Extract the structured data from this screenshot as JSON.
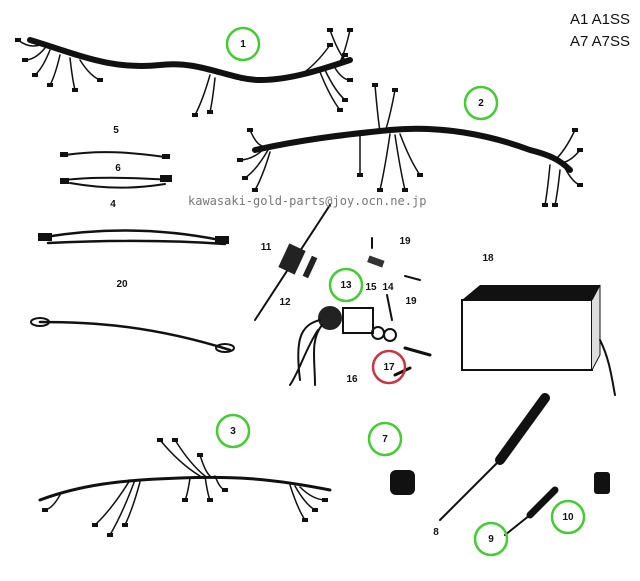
{
  "model_codes": [
    "A1 A1SS",
    "A7 A7SS"
  ],
  "watermark": "kawasaki-gold-parts@joy.ocn.ne.jp",
  "callouts": [
    {
      "id": "1",
      "highlight": "green"
    },
    {
      "id": "2",
      "highlight": "green"
    },
    {
      "id": "3",
      "highlight": "green"
    },
    {
      "id": "4",
      "highlight": "none"
    },
    {
      "id": "5",
      "highlight": "none"
    },
    {
      "id": "6",
      "highlight": "none"
    },
    {
      "id": "7",
      "highlight": "green"
    },
    {
      "id": "8",
      "highlight": "none"
    },
    {
      "id": "9",
      "highlight": "green"
    },
    {
      "id": "10",
      "highlight": "green"
    },
    {
      "id": "11",
      "highlight": "none"
    },
    {
      "id": "12",
      "highlight": "none"
    },
    {
      "id": "13",
      "highlight": "green"
    },
    {
      "id": "14",
      "highlight": "none"
    },
    {
      "id": "15",
      "highlight": "none"
    },
    {
      "id": "16",
      "highlight": "none"
    },
    {
      "id": "17",
      "highlight": "red"
    },
    {
      "id": "18",
      "highlight": "none"
    },
    {
      "id": "19",
      "highlight": "none"
    },
    {
      "id": "20",
      "highlight": "none"
    }
  ],
  "colors": {
    "green": "#44cc33",
    "red": "#cc3344"
  }
}
